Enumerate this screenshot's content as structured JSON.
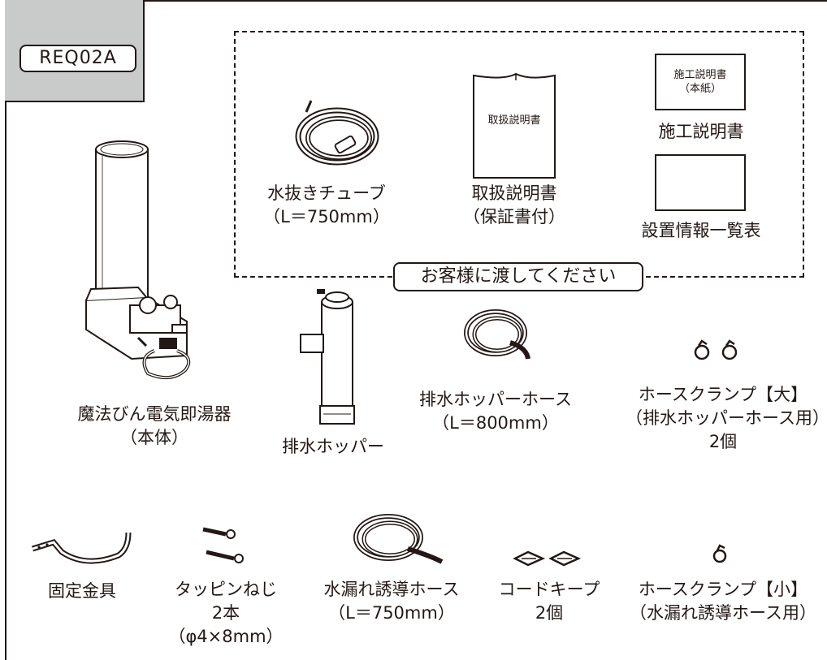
{
  "model": "REQ02A",
  "customer_note": "お客様に渡してください",
  "items": {
    "drain_tube": {
      "name": "水抜きチューブ",
      "spec": "（L＝750mm）"
    },
    "manual": {
      "cover": "取扱説明書",
      "name": "取扱説明書",
      "spec": "（保証書付）"
    },
    "install_manual": {
      "cover_line1": "施工説明書",
      "cover_line2": "（本紙）",
      "name": "施工説明書"
    },
    "setup_sheet": {
      "name": "設置情報一覧表"
    },
    "heater": {
      "name": "魔法びん電気即湯器",
      "spec": "（本体）"
    },
    "drain_hopper": {
      "name": "排水ホッパー"
    },
    "hopper_hose": {
      "name": "排水ホッパーホース",
      "spec": "（L＝800mm）"
    },
    "clamp_large": {
      "name": "ホースクランプ【大】",
      "spec": "（排水ホッパーホース用）",
      "qty": "2個"
    },
    "bracket": {
      "name": "固定金具"
    },
    "screws": {
      "name": "タッピンねじ",
      "qty": "2本",
      "spec": "（φ4×8mm）"
    },
    "leak_hose": {
      "name": "水漏れ誘導ホース",
      "spec": "（L＝750mm）"
    },
    "cord_keeper": {
      "name": "コードキープ",
      "qty": "2個"
    },
    "clamp_small": {
      "name": "ホースクランプ【小】",
      "spec": "（水漏れ誘導ホース用）"
    }
  }
}
